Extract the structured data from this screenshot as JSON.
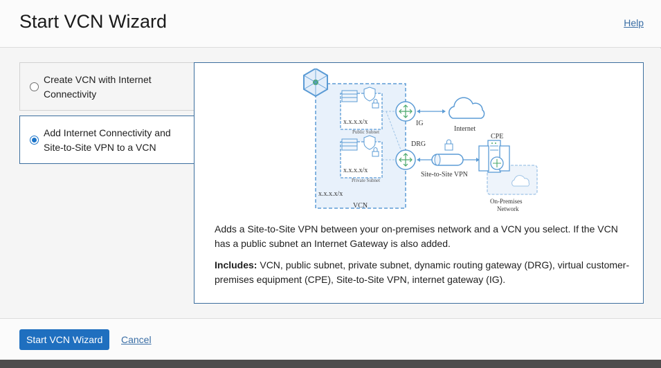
{
  "header": {
    "title": "Start VCN Wizard",
    "help_label": "Help"
  },
  "options": [
    {
      "label": "Create VCN with Internet Connectivity",
      "selected": false
    },
    {
      "label": "Add Internet Connectivity and Site-to-Site VPN to a VCN",
      "selected": true
    }
  ],
  "diagram": {
    "vcn_cidr": "x.x.x.x/x",
    "public_subnet_cidr": "x.x.x.x/x",
    "public_subnet_label": "Public Subnet",
    "private_subnet_cidr": "x.x.x.x/x",
    "private_subnet_label": "Private Subnet",
    "vcn_label": "VCN",
    "ig_label": "IG",
    "internet_label": "Internet",
    "drg_label": "DRG",
    "cpe_label": "CPE",
    "vpn_label": "Site-to-Site VPN",
    "onprem_label_1": "On-Premises",
    "onprem_label_2": "Network"
  },
  "panel": {
    "description": "Adds a Site-to-Site VPN between your on-premises network and a VCN you select. If the VCN has a public subnet an Internet Gateway is also added.",
    "includes_label": "Includes:",
    "includes_text": " VCN, public subnet, private subnet, dynamic routing gateway (DRG), virtual customer-premises equipment (CPE), Site-to-Site VPN, internet gateway (IG)."
  },
  "footer": {
    "primary_label": "Start VCN Wizard",
    "cancel_label": "Cancel"
  },
  "colors": {
    "accent": "#1f6fbf",
    "link": "#3a6ea5",
    "diagram_blue": "#5b9bd5",
    "selected_border": "#3b6e9e"
  }
}
